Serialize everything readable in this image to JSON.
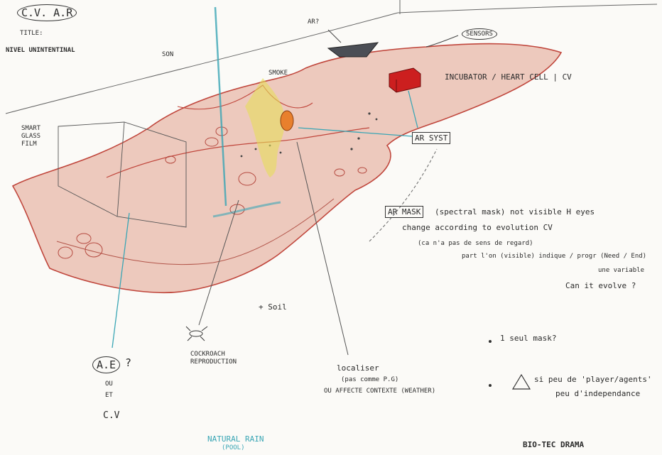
{
  "labels": {
    "cv_ar": "C.V. A.R",
    "title": "TITLE:",
    "level": "NIVEL UNINTENTINAL",
    "son": "SON",
    "ar_q": "AR?",
    "sensors": "SENSORS",
    "incubator": "INCUBATOR / HEART CELL | CV",
    "ar_syst": "AR SYST",
    "smoke": "SMOKE",
    "smart_glass": "SMART GLASS FILM",
    "ar_mask": "AR MASK",
    "ar_mask_note": "(spectral mask) not visible H eyes",
    "change": "change according to evolution CV",
    "note1": "(ca n'a pas de sens de regard)",
    "note2": "part l'on (visible) indique / progr (Need / End)",
    "variable": "une variable",
    "evolve": "Can it evolve ?",
    "soil": "+ Soil",
    "cockroach": "COCKROACH REPRODUCTION",
    "ae": "A.E",
    "ae_q": "?",
    "ou": "OU",
    "et": "ET",
    "cv": "C.V",
    "localiser": "localiser",
    "localiser_sub": "(pas comme P.G)",
    "affected": "OU AFFECTE CONTEXTE (WEATHER)",
    "one_mask": "1 seul mask?",
    "players": "si peu de 'player/agents'",
    "independence": "peu d'independance",
    "natural_rain": "NATURAL RAIN",
    "rain_sub": "(POOL)",
    "bio_tec": "BIO-TEC DRAMA"
  },
  "colors": {
    "paper": "#fbfaf7",
    "ink": "#2b2b2b",
    "rock_fill": "#edc9bd",
    "rock_line": "#c0463c",
    "cyan": "#3aa6b5",
    "red_box": "#cc1f1f",
    "smoke": "#e6dd5a",
    "object": "#e8802d"
  }
}
